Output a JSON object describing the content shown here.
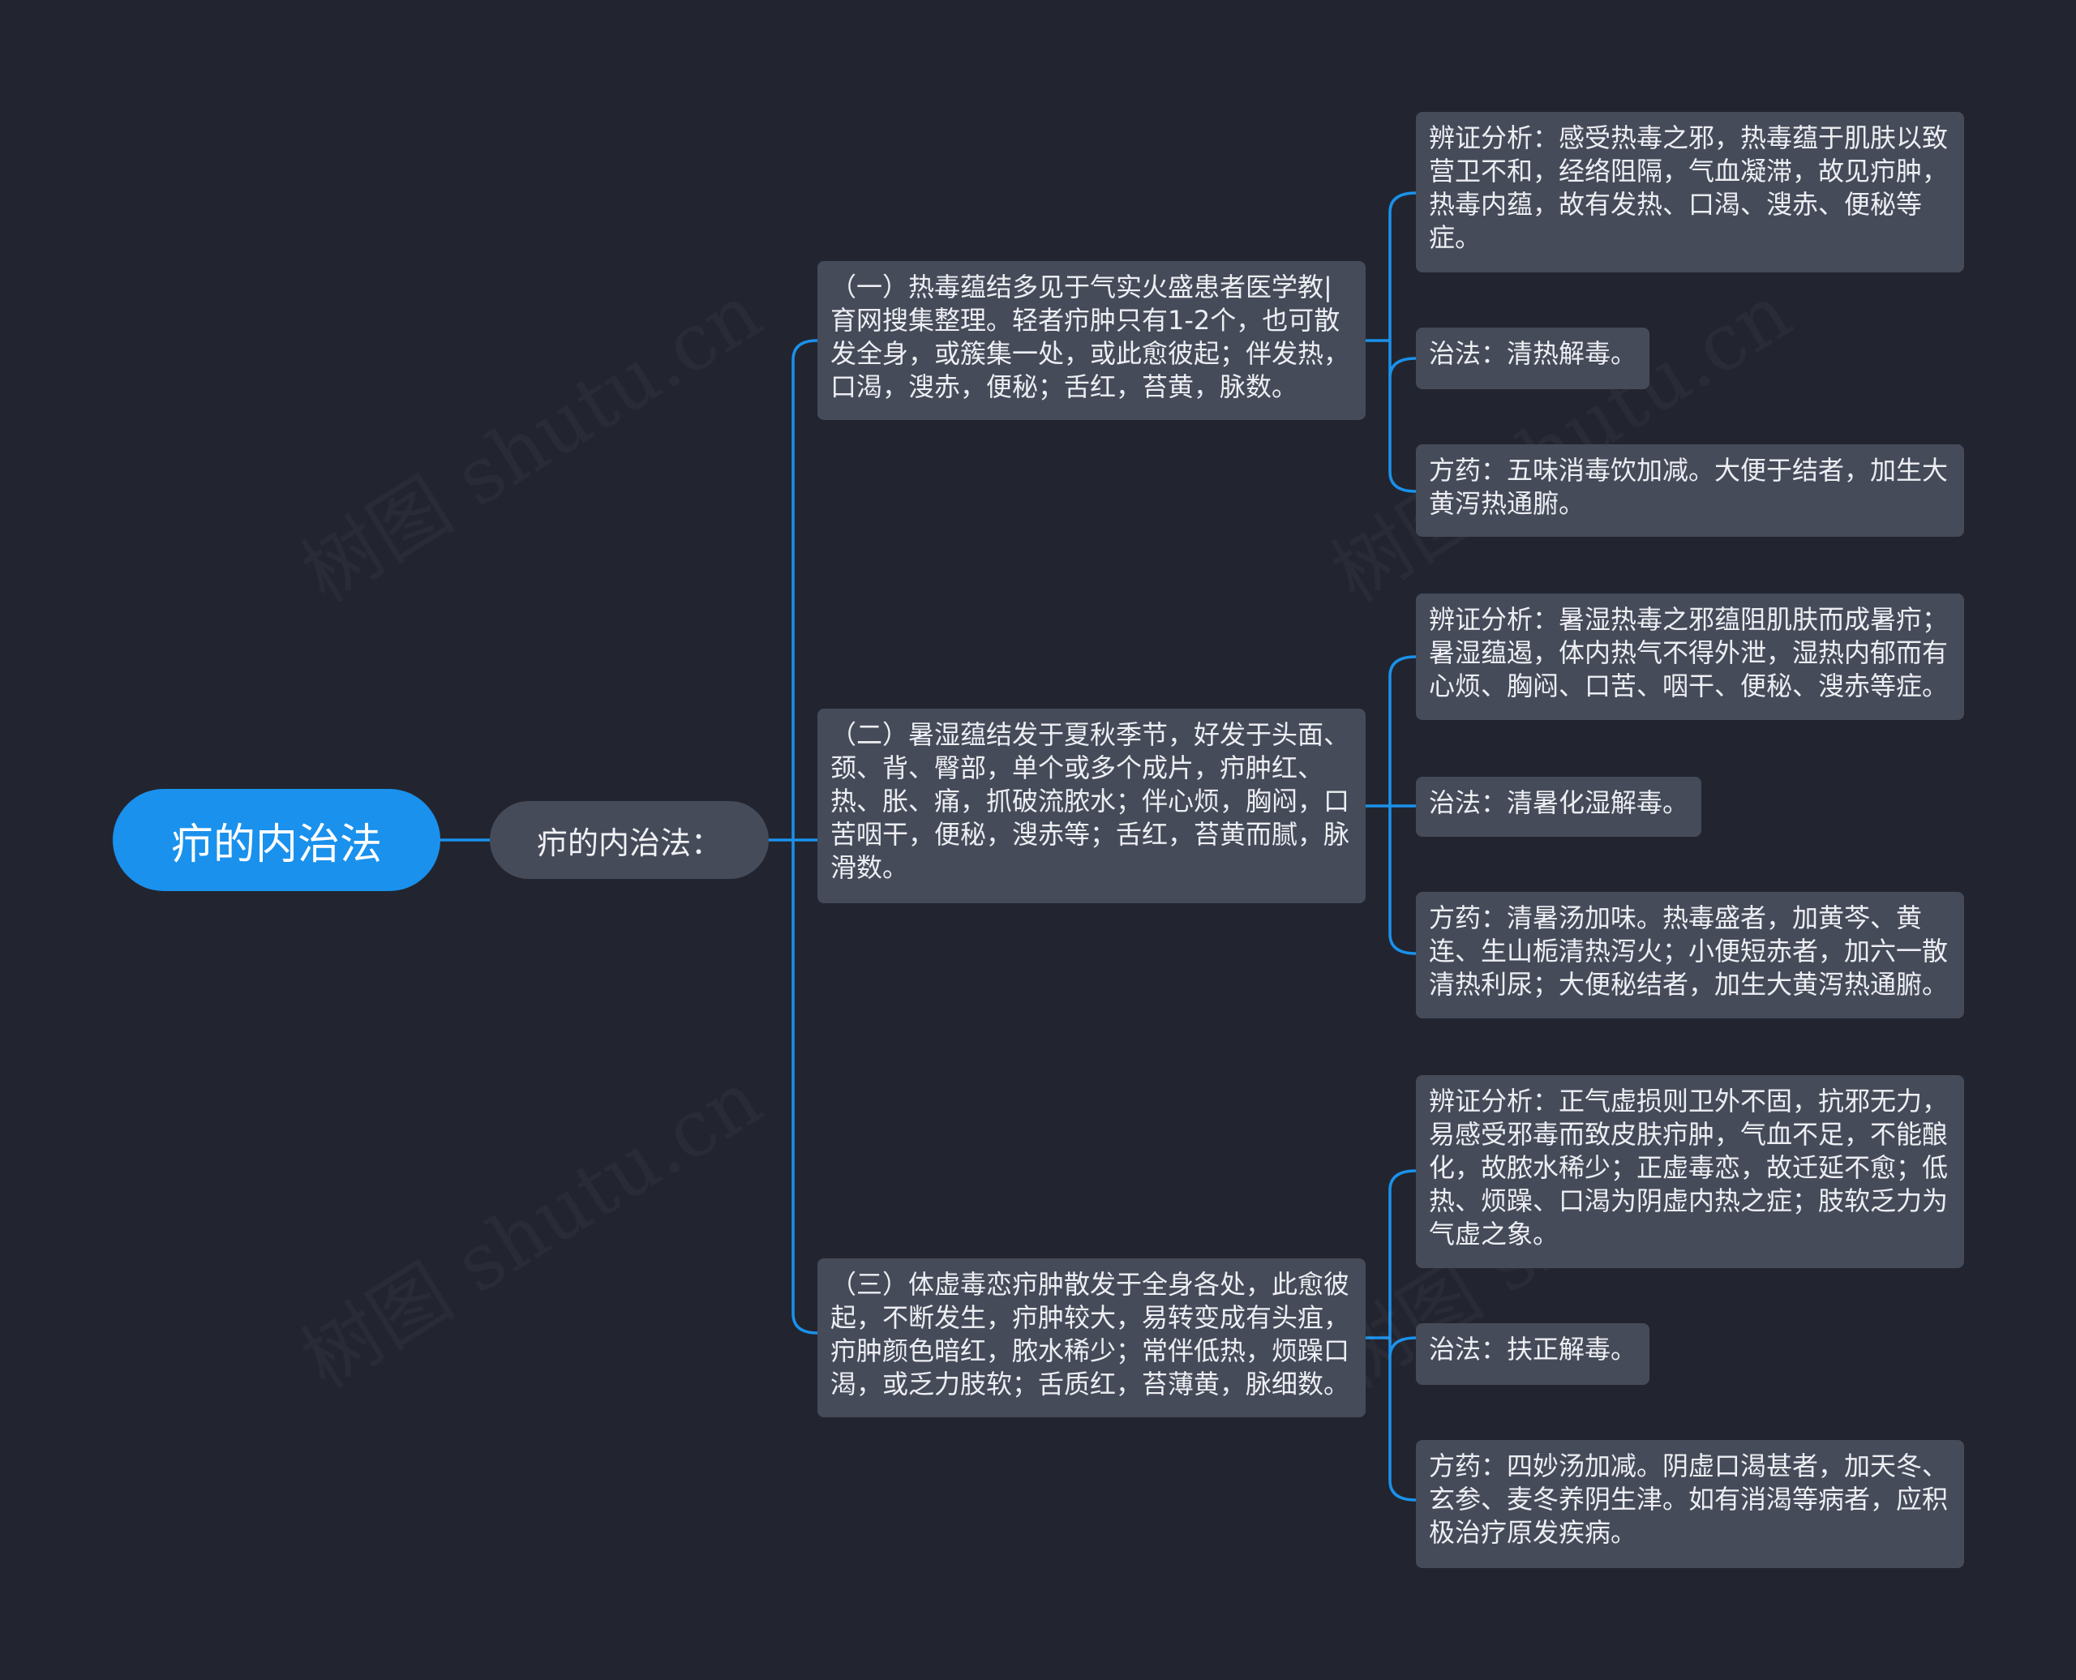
{
  "root": {
    "label": "疖的内治法"
  },
  "level1": {
    "label": "疖的内治法："
  },
  "branches": [
    {
      "text": "（一）热毒蕴结多见于气实火盛患者医学教|育网搜集整理。轻者疖肿只有1-2个，也可散发全身，或簇集一处，或此愈彼起；伴发热，口渴，溲赤，便秘；舌红，苔黄，脉数。",
      "details": [
        "辨证分析：感受热毒之邪，热毒蕴于肌肤以致营卫不和，经络阻隔，气血凝滞，故见疖肿，热毒内蕴，故有发热、口渴、溲赤、便秘等症。",
        "治法：清热解毒。",
        "方药：五味消毒饮加减。大便于结者，加生大黄泻热通腑。"
      ]
    },
    {
      "text": "（二）暑湿蕴结发于夏秋季节，好发于头面、颈、背、臀部，单个或多个成片，疖肿红、热、胀、痛，抓破流脓水；伴心烦，胸闷，口苦咽干，便秘，溲赤等；舌红，苔黄而腻，脉滑数。",
      "details": [
        "辨证分析：暑湿热毒之邪蕴阻肌肤而成暑疖；暑湿蕴遏，体内热气不得外泄，湿热内郁而有心烦、胸闷、口苦、咽干、便秘、溲赤等症。",
        "治法：清暑化湿解毒。",
        "方药：清暑汤加味。热毒盛者，加黄芩、黄连、生山栀清热泻火；小便短赤者，加六一散清热利尿；大便秘结者，加生大黄泻热通腑。"
      ]
    },
    {
      "text": "（三）体虚毒恋疖肿散发于全身各处，此愈彼起，不断发生，疖肿较大，易转变成有头疽，疖肿颜色暗红，脓水稀少；常伴低热，烦躁口渴，或乏力肢软；舌质红，苔薄黄，脉细数。",
      "details": [
        "辨证分析：正气虚损则卫外不固，抗邪无力，易感受邪毒而致皮肤疖肿，气血不足，不能酿化，故脓水稀少；正虚毒恋，故迁延不愈；低热、烦躁、口渴为阴虚内热之症；肢软乏力为气虚之象。",
        "治法：扶正解毒。",
        "方药：四妙汤加减。阴虚口渴甚者，加天冬、玄参、麦冬养阴生津。如有消渴等病者，应积极治疗原发疾病。"
      ]
    }
  ],
  "watermark": "树图 shutu.cn",
  "colors": {
    "background": "#22252f",
    "root": "#1a91ec",
    "node": "#464b5a",
    "link": "#1a91ec"
  }
}
